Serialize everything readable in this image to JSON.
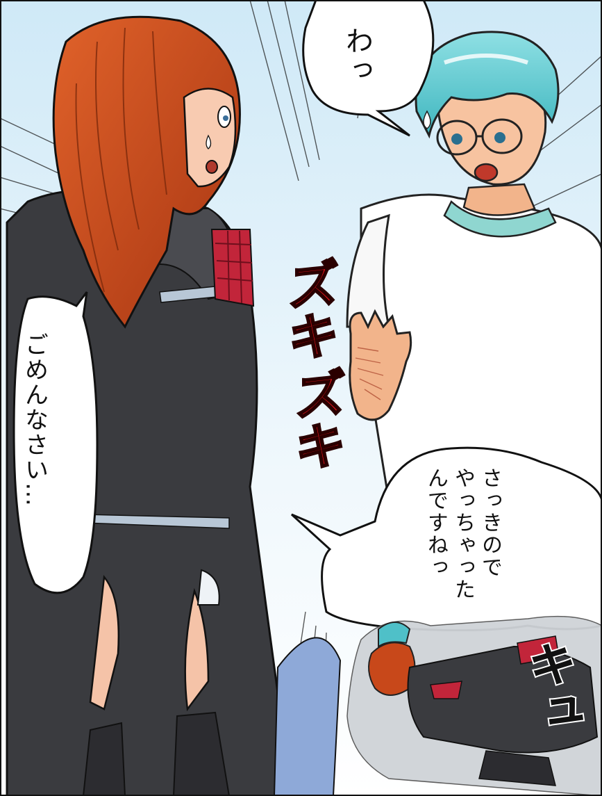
{
  "panel": {
    "speech": {
      "boy_exclaim": "わっ",
      "girl_apology": "ごめんなさい…",
      "boy_realization": "さっきので\nやっちゃった\nんですねっ"
    },
    "sfx": {
      "throb_1": "ズキ",
      "throb_2": "ズキ",
      "inset_sfx": "キュ"
    }
  },
  "colors": {
    "sky_top": "#cfe9f7",
    "sky_bottom": "#ffffff",
    "girl_hair": "#c8481a",
    "boy_hair": "#5ec9cf",
    "uniform": "#3a3b3f",
    "sfx_red": "#e8141c"
  }
}
